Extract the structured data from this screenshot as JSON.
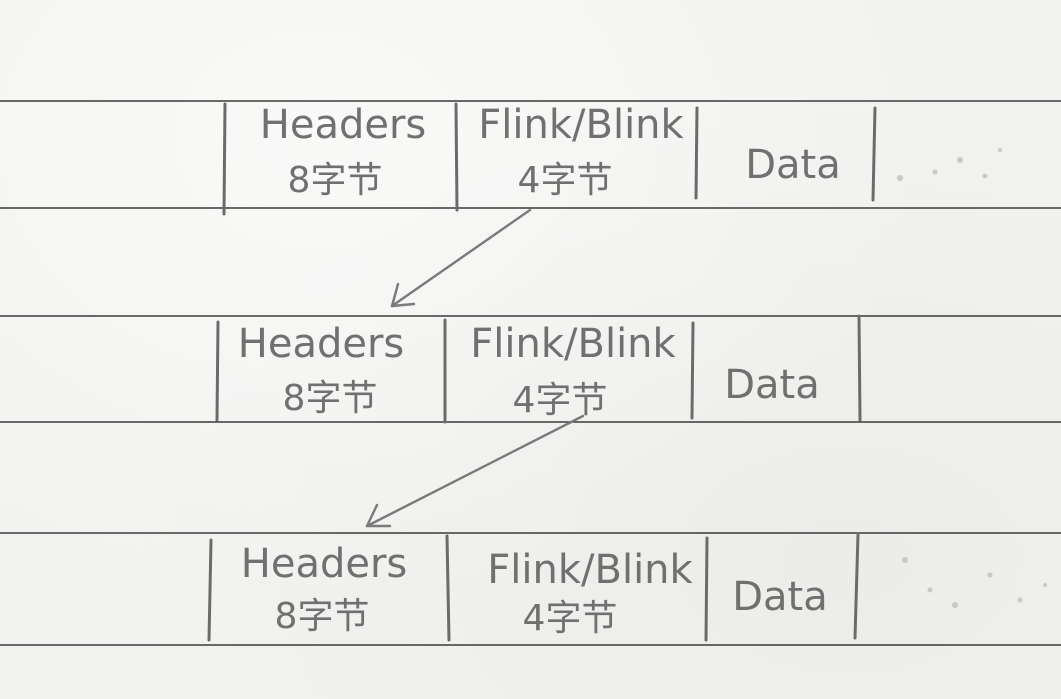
{
  "rows": [
    {
      "cells": [
        {
          "label": "Headers",
          "size": "8字节"
        },
        {
          "label": "Flink/Blink",
          "size": "4字节"
        },
        {
          "label": "Data",
          "size": ""
        }
      ]
    },
    {
      "cells": [
        {
          "label": "Headers",
          "size": "8字节"
        },
        {
          "label": "Flink/Blink",
          "size": "4字节"
        },
        {
          "label": "Data",
          "size": ""
        }
      ]
    },
    {
      "cells": [
        {
          "label": "Headers",
          "size": "8字节"
        },
        {
          "label": "Flink/Blink",
          "size": "4字节"
        },
        {
          "label": "Data",
          "size": ""
        }
      ]
    }
  ],
  "colors": {
    "ink": "#707070",
    "rule": "#3a3a3a",
    "paper": "#f2f2f0"
  }
}
